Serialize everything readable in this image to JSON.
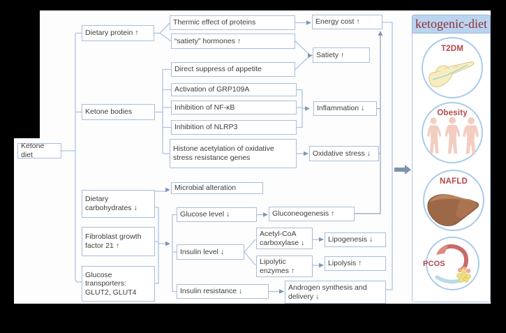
{
  "nodes": {
    "ketone_diet": {
      "label": "Ketone diet"
    },
    "dietary_protein": {
      "label": "Dietary protein ↑"
    },
    "ketone_bodies": {
      "label": "Ketone bodies"
    },
    "dietary_carbs": {
      "label": "Dietary carbohydrates ↓"
    },
    "fgf21": {
      "label": "Fibroblast growth factor 21 ↑"
    },
    "glut": {
      "label": "Glucose transporters: GLUT2, GLUT4"
    },
    "thermic": {
      "label": "Thermic effect of proteins"
    },
    "satiety_hormones": {
      "label": "“satiety” hormones ↑"
    },
    "direct_suppress": {
      "label": "Direct suppress of appetite"
    },
    "grp109a": {
      "label": "Activation of GRP109A"
    },
    "nfkb": {
      "label": "Inhibition of NF-κB"
    },
    "nlrp3": {
      "label": "Inhibition of NLRP3"
    },
    "histone": {
      "label": "Histone acetylation of oxidative stress resistance genes"
    },
    "energy_cost": {
      "label": "Energy cost ↑"
    },
    "satiety": {
      "label": "Satiety ↑"
    },
    "inflammation": {
      "label": "Inflammation ↓"
    },
    "oxidative": {
      "label": "Oxidative stress ↓"
    },
    "microbial": {
      "label": "Microbial alteration"
    },
    "glucose_level": {
      "label": "Glucose level ↓"
    },
    "gluconeogenesis": {
      "label": "Gluconeogenesis ↑"
    },
    "insulin_level": {
      "label": "Insulin level ↓"
    },
    "acetyl_coa": {
      "label": "Acetyl-CoA carboxylase ↓"
    },
    "lipogenesis": {
      "label": "Lipogenesis ↓"
    },
    "lipolytic": {
      "label": "Lipolytic enzymes ↑"
    },
    "lipolysis": {
      "label": "Lipolysis ↑"
    },
    "insulin_resistance": {
      "label": "Insulin resistance ↓"
    },
    "androgen": {
      "label": "Androgen synthesis and delivery ↓"
    }
  },
  "edges": [
    {
      "from": "ketone_diet",
      "to": "dietary_protein"
    },
    {
      "from": "ketone_diet",
      "to": "ketone_bodies"
    },
    {
      "from": "ketone_diet",
      "to": "glut"
    },
    {
      "from": "dietary_protein",
      "to": "thermic"
    },
    {
      "from": "dietary_protein",
      "to": "satiety_hormones"
    },
    {
      "from": "ketone_bodies",
      "to": "direct_suppress"
    },
    {
      "from": "ketone_bodies",
      "to": "grp109a"
    },
    {
      "from": "ketone_bodies",
      "to": "nfkb"
    },
    {
      "from": "ketone_bodies",
      "to": "nlrp3"
    },
    {
      "from": "ketone_bodies",
      "to": "histone"
    },
    {
      "from": "thermic",
      "to": "energy_cost",
      "arrow": true
    },
    {
      "from": "satiety_hormones",
      "to": "satiety",
      "arrow": true
    },
    {
      "from": "direct_suppress",
      "to": "satiety",
      "arrow": true
    },
    {
      "from": "grp109a",
      "to": "inflammation",
      "arrow": true
    },
    {
      "from": "nfkb",
      "to": "inflammation",
      "arrow": true
    },
    {
      "from": "nlrp3",
      "to": "inflammation",
      "arrow": true
    },
    {
      "from": "histone",
      "to": "oxidative",
      "arrow": true
    },
    {
      "from": "dietary_carbs",
      "to": "microbial",
      "arrow": true
    },
    {
      "from": "dietary_carbs",
      "to": "glucose_level",
      "arrow": true
    },
    {
      "from": "fgf21",
      "to": "insulin_level",
      "arrow": true
    },
    {
      "from": "glut",
      "to": "insulin_resistance",
      "arrow": true
    },
    {
      "from": "glucose_level",
      "to": "gluconeogenesis",
      "arrow": true
    },
    {
      "from": "insulin_level",
      "to": "acetyl_coa"
    },
    {
      "from": "insulin_level",
      "to": "lipolytic"
    },
    {
      "from": "acetyl_coa",
      "to": "lipogenesis",
      "arrow": true
    },
    {
      "from": "lipolytic",
      "to": "lipolysis",
      "arrow": true
    },
    {
      "from": "insulin_resistance",
      "to": "androgen",
      "arrow": true
    },
    {
      "from": "outcomes-collector",
      "to": "ketogenic-diet-panel",
      "arrow": true
    }
  ],
  "panel": {
    "title": "ketogenic-diet",
    "diseases": [
      {
        "label": "T2DM",
        "icon": "pancreas-illustration"
      },
      {
        "label": "Obesity",
        "icon": "obesity-figures-illustration"
      },
      {
        "label": "NAFLD",
        "icon": "liver-illustration"
      },
      {
        "label": "PCOS",
        "icon": "uterus-ovary-illustration"
      }
    ]
  },
  "colors": {
    "line_blue": "#aac4e4",
    "collector_gray": "#8ea2ba",
    "box_border": "#a9bddb",
    "panel_header_bg": "#bad3ee",
    "title_red": "#8d2f38",
    "disease_label_red": "#b4454e",
    "flow_arrow_gray": "#7e93ab"
  }
}
